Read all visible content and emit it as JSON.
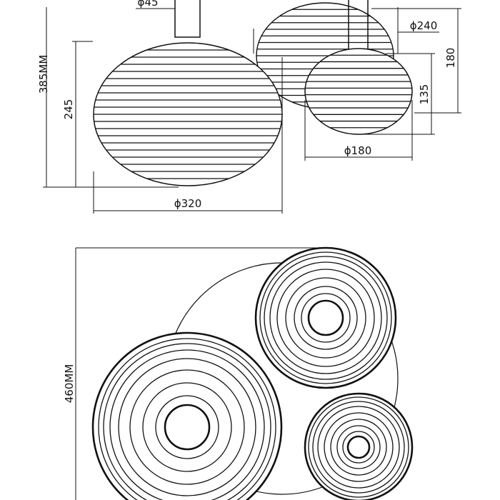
{
  "colors": {
    "line": "#111111",
    "background": "#ffffff"
  },
  "front_view": {
    "height_total": "385MM",
    "height_large": "245",
    "height_medium": "180",
    "height_small": "135",
    "diameter_rod": "ϕ45",
    "diameter_large": "ϕ320",
    "diameter_medium": "ϕ240",
    "diameter_small": "ϕ180"
  },
  "top_view": {
    "canopy_size": "460MM"
  }
}
